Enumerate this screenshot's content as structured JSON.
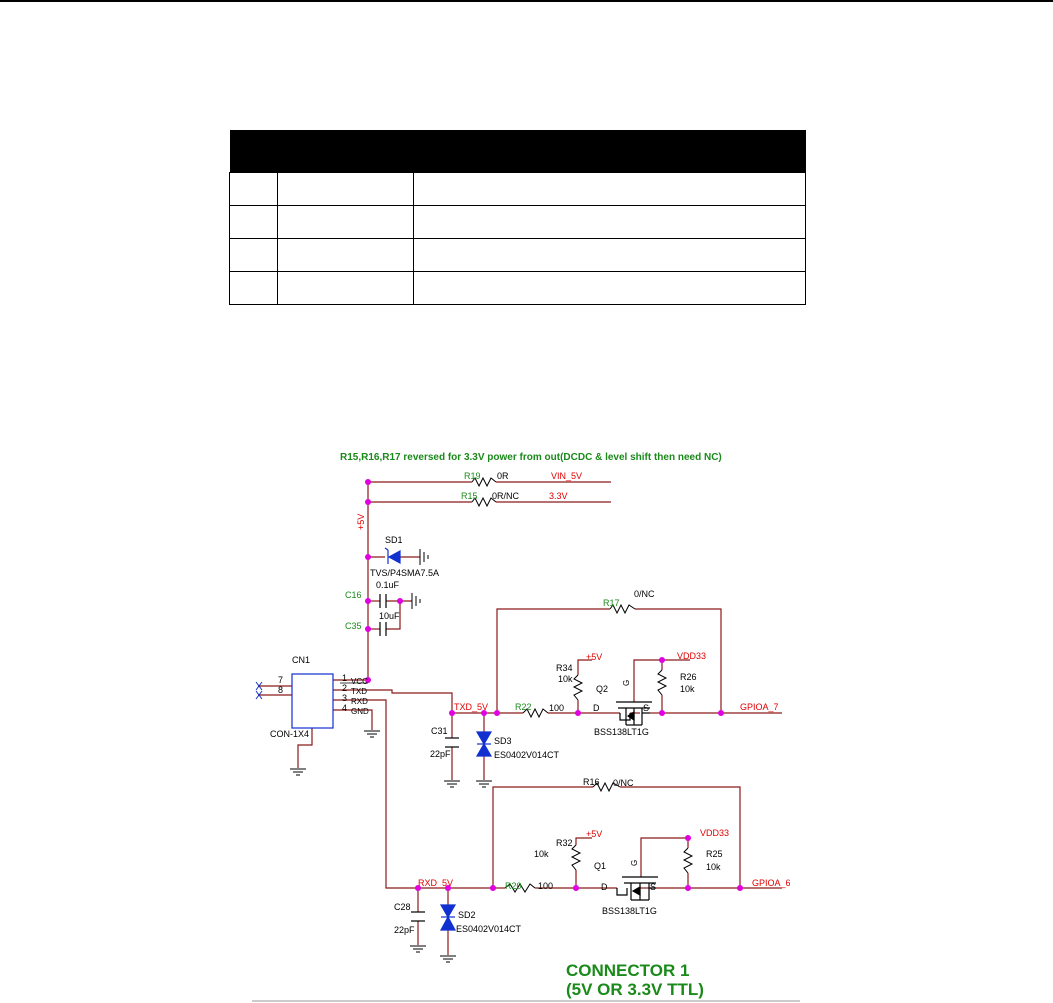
{
  "pin_table": {
    "header": [
      "",
      "",
      ""
    ],
    "rows": [
      [
        "",
        "",
        ""
      ],
      [
        "",
        "",
        ""
      ],
      [
        "",
        "",
        ""
      ],
      [
        "",
        "",
        ""
      ]
    ]
  },
  "schematic": {
    "note": "R15,R16,R17 reversed for 3.3V power from out(DCDC & level shift then need NC)",
    "title_line1": "CONNECTOR 1",
    "title_line2": "(5V OR 3.3V TTL)",
    "labels": {
      "r19": "R19",
      "r19_val": "0R",
      "vin_5v": "VIN_5V",
      "r15": "R15",
      "r15_val": "0R/NC",
      "v33": "3.3V",
      "plus5v": "+5V",
      "sd1": "SD1",
      "sd1_part": "TVS/P4SMA7.5A",
      "c16": "C16",
      "c16_val": "0.1uF",
      "c35": "C35",
      "c35_val": "10uF",
      "cn1": "CN1",
      "cn1_part": "CON-1X4",
      "pin7": "7",
      "pin8": "8",
      "pin1": "1",
      "pin2": "2",
      "pin3": "3",
      "pin4": "4",
      "vcc": "VCC",
      "txd": "TXD",
      "rxd": "RXD",
      "gnd": "GND",
      "r17": "R17",
      "r17_val": "0/NC",
      "r34": "R34",
      "r34_val": "10k",
      "r34_5v": "+5V",
      "vdd33_a": "VDD33",
      "r26": "R26",
      "r26_val": "10k",
      "q2": "Q2",
      "q2_g": "G",
      "q2_d": "D",
      "q2_s": "S",
      "q2_part": "BSS138LT1G",
      "txd_5v": "TXD_5V",
      "r22": "R22",
      "r22_val": "100",
      "gpioa7": "GPIOA_7",
      "c31": "C31",
      "c31_val": "22pF",
      "sd3": "SD3",
      "sd3_part": "ES0402V014CT",
      "r16": "R16",
      "r16_val": "0/NC",
      "r32": "R32",
      "r32_val": "10k",
      "r32_5v": "+5V",
      "vdd33_b": "VDD33",
      "r25": "R25",
      "r25_val": "10k",
      "q1": "Q1",
      "q1_g": "G",
      "q1_d": "D",
      "q1_s": "S",
      "q1_part": "BSS138LT1G",
      "rxd_5v": "RXD_5V",
      "r20": "R20",
      "r20_val": "100",
      "gpioa6": "GPIOA_6",
      "c28": "C28",
      "c28_val": "22pF",
      "sd2": "SD2",
      "sd2_part": "ES0402V014CT"
    },
    "colors": {
      "wire": "#8b1a1a",
      "net_label": "#e00000",
      "ref": "#1a8a1a",
      "junction": "#e000e0",
      "diode": "#1030d0",
      "text": "#000000"
    }
  }
}
